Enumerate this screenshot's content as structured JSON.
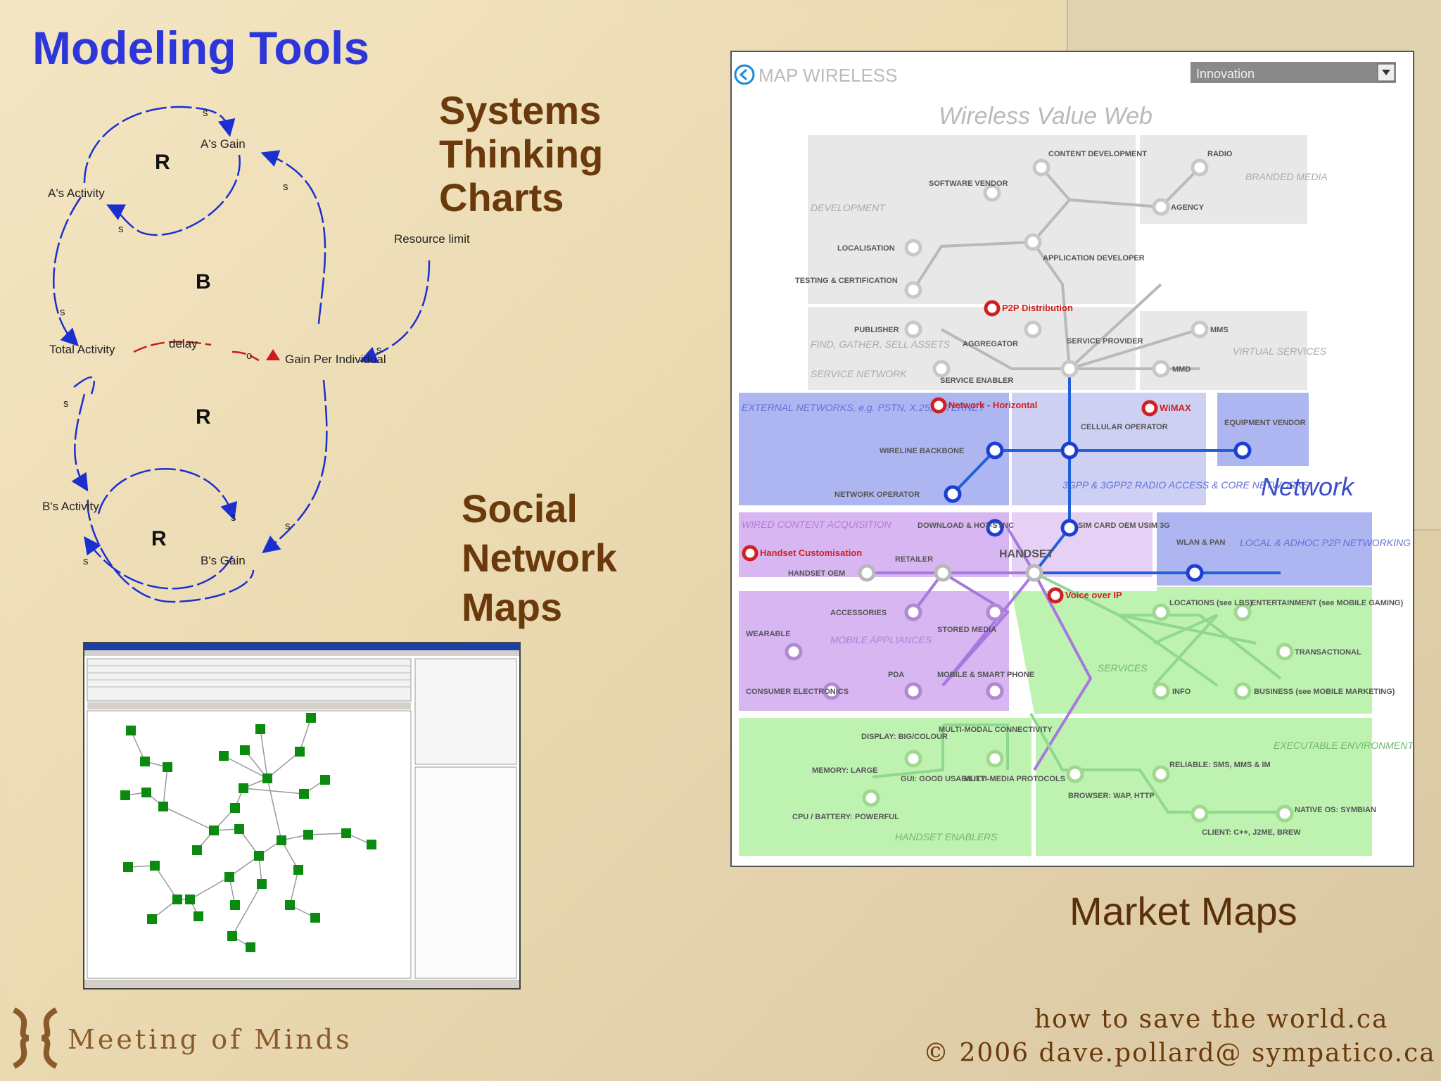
{
  "title": "Modeling Tools",
  "labels": {
    "systems": [
      "Systems",
      "Thinking",
      "Charts"
    ],
    "social": [
      "Social",
      "Network",
      "Maps"
    ],
    "market": "Market Maps"
  },
  "causal_loop": {
    "nodes": [
      "A's Gain",
      "A's Activity",
      "Resource limit",
      "Total Activity",
      "delay",
      "Gain Per Individual",
      "B's Activity",
      "B's Gain"
    ],
    "loop_markers": [
      "R",
      "B",
      "R",
      "R"
    ],
    "polarity": "s",
    "polarity_o": "o"
  },
  "market_map": {
    "header": "MAP WIRELESS",
    "dropdown": "Innovation",
    "heading": "Wireless Value Web",
    "region_labels": [
      "DEVELOPMENT",
      "BRANDED MEDIA",
      "FIND, GATHER, SELL ASSETS",
      "SERVICE NETWORK",
      "VIRTUAL SERVICES",
      "EXTERNAL NETWORKS, e.g. PSTN, X.25, INTERNET",
      "3GPP & 3GPP2 RADIO ACCESS & CORE NETWORKS",
      "Network",
      "WIRED CONTENT ACQUISITION",
      "LOCAL & ADHOC P2P NETWORKING",
      "MOBILE APPLIANCES",
      "SERVICES",
      "EXECUTABLE ENVIRONMENTS",
      "HANDSET ENABLERS"
    ],
    "node_labels": [
      "CONTENT DEVELOPMENT",
      "RADIO",
      "SOFTWARE VENDOR",
      "AGENCY",
      "LOCALISATION",
      "APPLICATION DEVELOPER",
      "TESTING & CERTIFICATION",
      "PUBLISHER",
      "AGGREGATOR",
      "SERVICE PROVIDER",
      "MMS",
      "SERVICE ENABLER",
      "MMD",
      "CELLULAR OPERATOR",
      "EQUIPMENT VENDOR",
      "WIRELINE BACKBONE",
      "NETWORK OPERATOR",
      "DOWNLOAD & HOT-SYNC",
      "SIM CARD OEM USIM 3G",
      "HANDSET",
      "RETAILER",
      "HANDSET OEM",
      "WLAN & PAN",
      "ACCESSORIES",
      "STORED MEDIA",
      "LOCATIONS (see LBS)",
      "ENTERTAINMENT (see MOBILE GAMING)",
      "WEARABLE",
      "TRANSACTIONAL",
      "PDA",
      "MOBILE & SMART PHONE",
      "INFO",
      "BUSINESS (see MOBILE MARKETING)",
      "CONSUMER ELECTRONICS",
      "DISPLAY: BIG/COLOUR",
      "MULTI-MODAL CONNECTIVITY",
      "MEMORY: LARGE",
      "GUI: GOOD USABILITY",
      "MULTI-MEDIA PROTOCOLS",
      "BROWSER: WAP, HTTP",
      "RELIABLE: SMS, MMS & IM",
      "CPU / BATTERY: POWERFUL",
      "CLIENT: C++, J2ME, BREW",
      "NATIVE OS: SYMBIAN"
    ],
    "highlights": [
      "P2P Distribution",
      "Network - Horizontal",
      "WiMAX",
      "Handset Customisation",
      "Voice over IP"
    ]
  },
  "footer": {
    "logo_text": "Meeting of Minds",
    "line1": "how to save the world.ca",
    "line2": "© 2006 dave.pollard@ sympatico.ca"
  },
  "colors": {
    "title": "#2d36d8",
    "label": "#6a3a0c",
    "loop_arrow": "#1b2fd0",
    "delay": "#cc1b1b",
    "network_region": "#aeb6f2",
    "handset_region": "#d7b6f2",
    "enabler_region": "#bdf2b0",
    "grey_region": "#e8e8e8",
    "sna_node": "#0b8a10"
  }
}
